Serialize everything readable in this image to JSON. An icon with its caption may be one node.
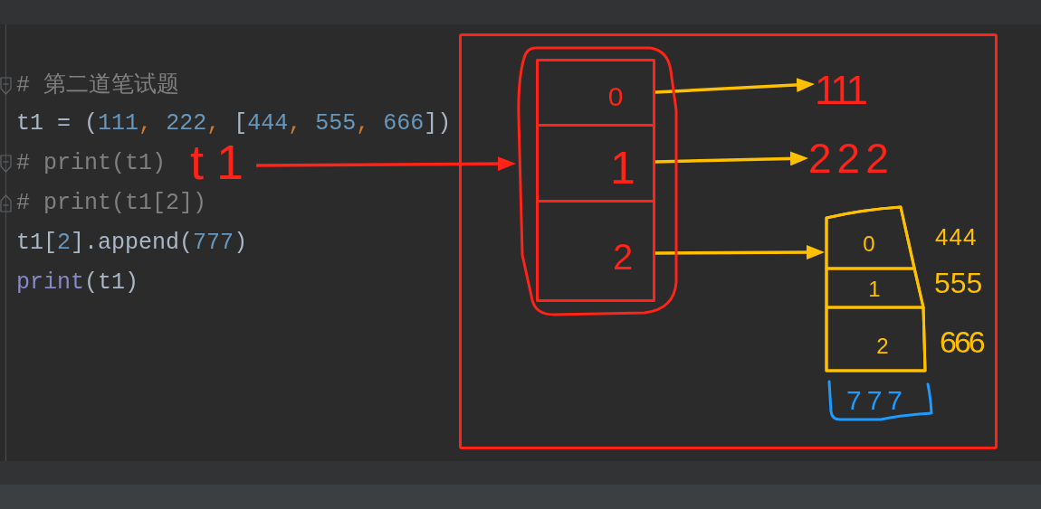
{
  "diagram": {
    "nodes": [
      {
        "text": [
          "t1"
        ]
      },
      {
        "text": [],
        "shape": "box"
      },
      {
        "text": [],
        "shape": "box",
        "in": 1
      },
      {
        "text": [
          "0"
        ],
        "in": 2
      },
      {
        "text": [
          "1"
        ],
        "in": 2
      },
      {
        "text": [
          "2"
        ],
        "in": 2
      },
      {
        "text": [
          "111"
        ],
        "in": 1
      },
      {
        "text": [
          "222"
        ],
        "in": 1
      },
      {
        "text": [],
        "shape": "box",
        "in": 1
      },
      {
        "text": [
          "0"
        ],
        "in": 8,
        "beside": [
          "444"
        ]
      },
      {
        "text": [
          "1"
        ],
        "in": 8,
        "beside": [
          "555"
        ]
      },
      {
        "text": [
          "2"
        ],
        "in": 8,
        "beside": [
          "666"
        ]
      },
      {
        "text": [
          "777"
        ],
        "in": 1
      }
    ],
    "edges": [
      {
        "from": 0,
        "to": 2,
        "arrow": "to",
        "color": "#ff2318"
      },
      {
        "from": 3,
        "to": 6,
        "arrow": "to"
      },
      {
        "from": 4,
        "to": 7,
        "arrow": "to"
      },
      {
        "from": 5,
        "to": 8,
        "arrow": "to"
      }
    ],
    "labels": [
      "# 第二道笔试题",
      "t1 = (111, 222, [444, 555, 666])",
      "# print(t1)",
      "# print(t1[2])",
      "t1[2].append(777)",
      "print(t1)"
    ]
  }
}
